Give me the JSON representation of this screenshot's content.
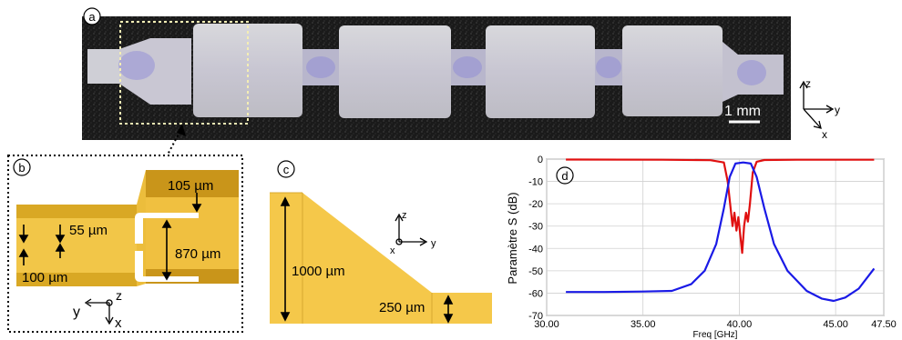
{
  "panels": {
    "a": {
      "label": "a",
      "scale_bar": "1 mm",
      "axes": {
        "z": "z",
        "y": "y",
        "x": "x"
      }
    },
    "b": {
      "label": "b",
      "dims": {
        "d105": "105 µm",
        "d55": "55 µm",
        "d870": "870 µm",
        "d100": "100 µm"
      },
      "axes": {
        "z": "z",
        "y": "y",
        "x": "x"
      }
    },
    "c": {
      "label": "c",
      "dims": {
        "d1000": "1000 µm",
        "d250": "250 µm"
      },
      "axes": {
        "z": "z",
        "y": "y",
        "x": "x"
      }
    },
    "d": {
      "label": "d"
    }
  },
  "colors": {
    "gold": "#f0c040",
    "gold_dark": "#b88a10",
    "s11": "#e01010",
    "s21": "#1a1ae6"
  },
  "chart_data": {
    "type": "line",
    "xlabel": "Freq [GHz]",
    "ylabel": "Paramètre S (dB)",
    "xlim": [
      30,
      47.5
    ],
    "ylim": [
      -70,
      0
    ],
    "xticks": [
      "30.00",
      "35.00",
      "40.00",
      "45.00",
      "47.50"
    ],
    "yticks": [
      "0",
      "-10",
      "-20",
      "-30",
      "-40",
      "-50",
      "-60",
      "-70"
    ],
    "grid": true,
    "series": [
      {
        "color": "#e01010",
        "x": [
          31,
          36,
          38.5,
          39.2,
          39.4,
          39.55,
          39.65,
          39.75,
          39.85,
          39.95,
          40.05,
          40.15,
          40.25,
          40.35,
          40.45,
          40.55,
          40.7,
          40.9,
          41.3,
          43,
          47
        ],
        "y": [
          -0.2,
          -0.3,
          -0.5,
          -1.5,
          -10,
          -22,
          -30,
          -24,
          -32,
          -26,
          -34,
          -42,
          -30,
          -24,
          -28,
          -20,
          -6,
          -1.2,
          -0.4,
          -0.3,
          -0.3
        ]
      },
      {
        "color": "#1a1ae6",
        "x": [
          31,
          33,
          35,
          36.5,
          37.5,
          38.2,
          38.8,
          39.2,
          39.5,
          39.8,
          40.2,
          40.6,
          40.9,
          41.3,
          41.8,
          42.5,
          43.5,
          44.3,
          44.9,
          45.5,
          46.2,
          47
        ],
        "y": [
          -59.5,
          -59.5,
          -59.3,
          -59,
          -56,
          -50,
          -38,
          -22,
          -8,
          -2,
          -1.5,
          -2,
          -8,
          -22,
          -38,
          -50,
          -59,
          -62.5,
          -63.5,
          -62,
          -58,
          -49
        ]
      }
    ]
  }
}
